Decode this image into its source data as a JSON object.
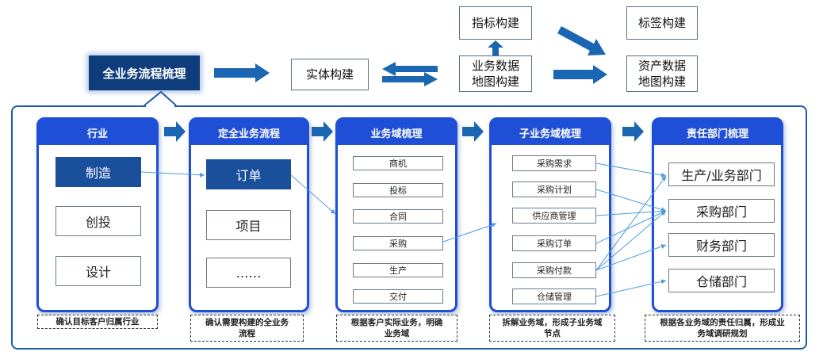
{
  "top": {
    "main_label": "全业务流程梳理",
    "entity_label": "实体构建",
    "biz_data_label": "业务数据\n地图构建",
    "index_label": "指标构建",
    "tag_label": "标签构建",
    "asset_data_label": "资产数据\n地图构建"
  },
  "stages": [
    {
      "title": "行业",
      "items": [
        "制造",
        "创投",
        "设计"
      ],
      "caption": "确认目标客户归属行业"
    },
    {
      "title": "定全业务流程",
      "items": [
        "订单",
        "项目",
        "……"
      ],
      "caption": "确认需要构建的全业务\n流程"
    },
    {
      "title": "业务域梳理",
      "items": [
        "商机",
        "投标",
        "合同",
        "采购",
        "生产",
        "交付"
      ],
      "caption": "根据客户实际业务，明确\n业务域"
    },
    {
      "title": "子业务域梳理",
      "items": [
        "采购需求",
        "采购计划",
        "供应商管理",
        "采购订单",
        "采购付款",
        "仓储管理"
      ],
      "caption": "拆解业务域，形成子业务域\n节点"
    },
    {
      "title": "责任部门梳理",
      "items": [
        "生产/业务部门",
        "采购部门",
        "财务部门",
        "仓储部门"
      ],
      "caption": "根据各业务域的责任归属，形成业\n务域调研规划"
    }
  ],
  "colors": {
    "card_blue": "#1f4fd6",
    "dark_blue": "#0f3c7a",
    "arrow_blue": "#1b66b3",
    "connector": "#4b9be0"
  }
}
